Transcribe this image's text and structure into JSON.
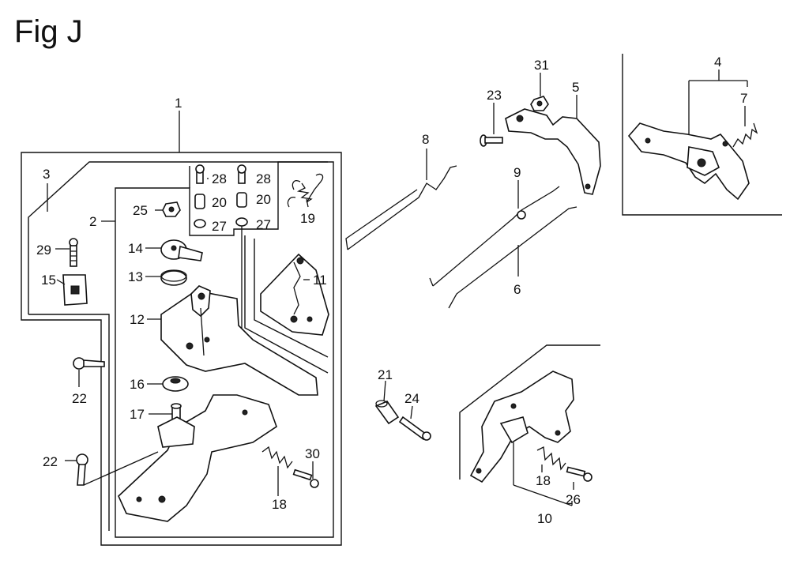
{
  "figure": {
    "title": "Fig J"
  },
  "callouts": [
    {
      "id": "c1",
      "label": "1"
    },
    {
      "id": "c2",
      "label": "2"
    },
    {
      "id": "c3",
      "label": "3"
    },
    {
      "id": "c4",
      "label": "4"
    },
    {
      "id": "c5",
      "label": "5"
    },
    {
      "id": "c6",
      "label": "6"
    },
    {
      "id": "c7",
      "label": "7"
    },
    {
      "id": "c8",
      "label": "8"
    },
    {
      "id": "c9",
      "label": "9"
    },
    {
      "id": "c10",
      "label": "10"
    },
    {
      "id": "c11",
      "label": "11"
    },
    {
      "id": "c12",
      "label": "12"
    },
    {
      "id": "c13",
      "label": "13"
    },
    {
      "id": "c14",
      "label": "14"
    },
    {
      "id": "c15",
      "label": "15"
    },
    {
      "id": "c16",
      "label": "16"
    },
    {
      "id": "c17",
      "label": "17"
    },
    {
      "id": "c18a",
      "label": "18"
    },
    {
      "id": "c18b",
      "label": "18"
    },
    {
      "id": "c19",
      "label": "19"
    },
    {
      "id": "c20a",
      "label": "20"
    },
    {
      "id": "c20b",
      "label": "20"
    },
    {
      "id": "c21",
      "label": "21"
    },
    {
      "id": "c22a",
      "label": "22"
    },
    {
      "id": "c22b",
      "label": "22"
    },
    {
      "id": "c23",
      "label": "23"
    },
    {
      "id": "c24",
      "label": "24"
    },
    {
      "id": "c25",
      "label": "25"
    },
    {
      "id": "c26",
      "label": "26"
    },
    {
      "id": "c27a",
      "label": "27"
    },
    {
      "id": "c27b",
      "label": "27"
    },
    {
      "id": "c28a",
      "label": "28"
    },
    {
      "id": "c28b",
      "label": "28"
    },
    {
      "id": "c29",
      "label": "29"
    },
    {
      "id": "c30",
      "label": "30"
    },
    {
      "id": "c31",
      "label": "31"
    }
  ]
}
